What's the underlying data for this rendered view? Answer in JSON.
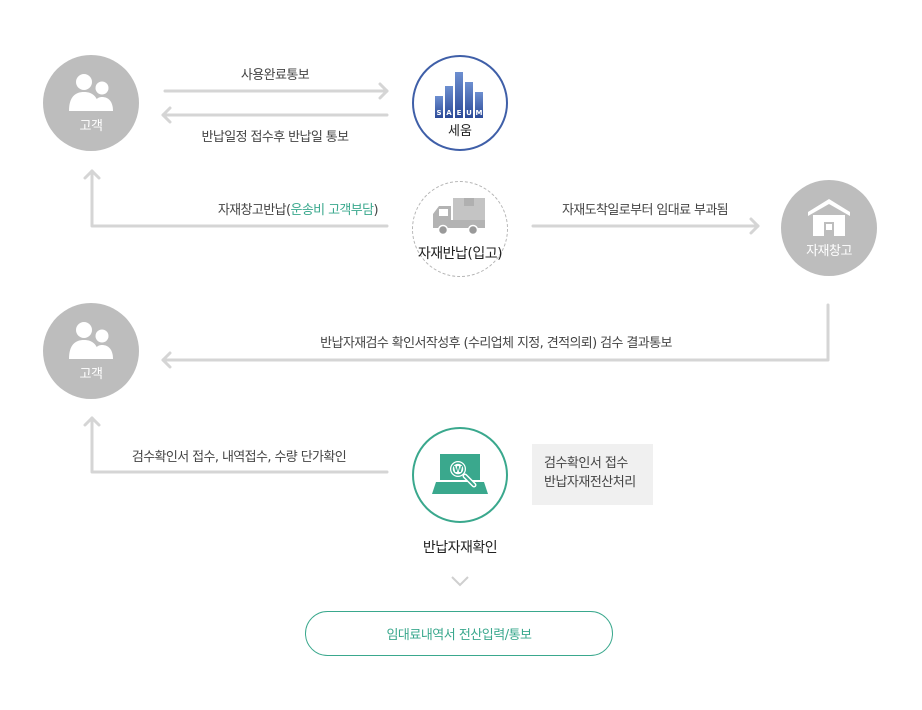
{
  "nodes": {
    "customer_top": "고객",
    "customer_bottom": "고객",
    "saeum_logo_letters": [
      "S",
      "A",
      "E",
      "U",
      "M"
    ],
    "saeum": "세움",
    "return_warehouse": "자재반납(입고)",
    "material_storage": "자재창고",
    "return_check": "반납자재확인"
  },
  "flows": {
    "usage_complete": "사용완료통보",
    "return_date_notice": "반납일정 접수후 반납일 통보",
    "return_to_storage_prefix": "자재창고반납(",
    "return_to_storage_accent": "운송비 고객부담",
    "return_to_storage_suffix": ")",
    "rental_fee": "자재도착일로부터 임대료 부과됨",
    "inspection_result": "반납자재검수 확인서작성후 (수리업체 지정, 견적의뢰) 검수 결과통보",
    "inspection_receipt": "검수확인서 접수, 내역접수, 수량 단가확인"
  },
  "note": {
    "line1": "검수확인서 접수",
    "line2": "반납자재전산처리"
  },
  "final_step": "임대료내역서 전산입력/통보",
  "colors": {
    "gray": "#bdbdbd",
    "arrow": "#d5d5d5",
    "saeum_blue": "#3f5fa8",
    "green": "#3aa88d"
  },
  "icons": [
    "users-icon",
    "saeum-logo",
    "truck-icon",
    "warehouse-icon",
    "inspection-icon",
    "chevron-down-icon"
  ]
}
